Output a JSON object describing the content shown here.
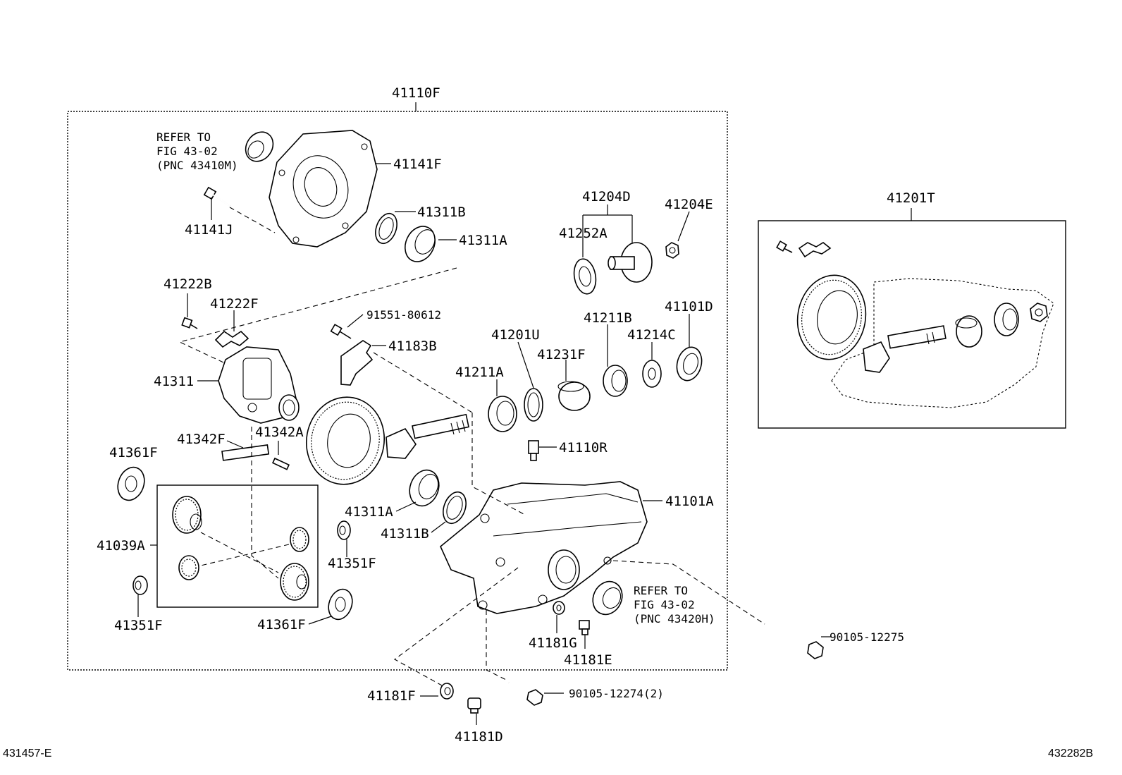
{
  "diagram": {
    "main_assembly": "41110F",
    "kit": "41201T",
    "labels": {
      "p41141F": "41141F",
      "p41141J": "41141J",
      "p41311B_top": "41311B",
      "p41311A_top": "41311A",
      "p41222B": "41222B",
      "p41222F": "41222F",
      "p91551": "91551-80612",
      "p41183B": "41183B",
      "p41311": "41311",
      "p41342F": "41342F",
      "p41342A": "41342A",
      "p41361F_left": "41361F",
      "p41039A": "41039A",
      "p41351F_left": "41351F",
      "p41361F_bottom": "41361F",
      "p41311A_mid": "41311A",
      "p41311B_mid": "41311B",
      "p41351F_mid": "41351F",
      "p41204D": "41204D",
      "p41204E": "41204E",
      "p41252A": "41252A",
      "p41201U": "41201U",
      "p41211B": "41211B",
      "p41101D": "41101D",
      "p41211A": "41211A",
      "p41231F": "41231F",
      "p41214C": "41214C",
      "p41110R": "41110R",
      "p41101A": "41101A",
      "p41181G": "41181G",
      "p41181E": "41181E",
      "p90105_12275": "90105-12275",
      "p41181F": "41181F",
      "p90105_12274": "90105-12274(2)",
      "p41181D": "41181D"
    },
    "refer_top": {
      "line1": "REFER TO",
      "line2": "FIG 43-02",
      "line3": "(PNC 43410M)"
    },
    "refer_bottom": {
      "line1": "REFER TO",
      "line2": "FIG 43-02",
      "line3": "(PNC 43420H)"
    },
    "footer_left": "431457-E",
    "footer_right": "432282B"
  }
}
